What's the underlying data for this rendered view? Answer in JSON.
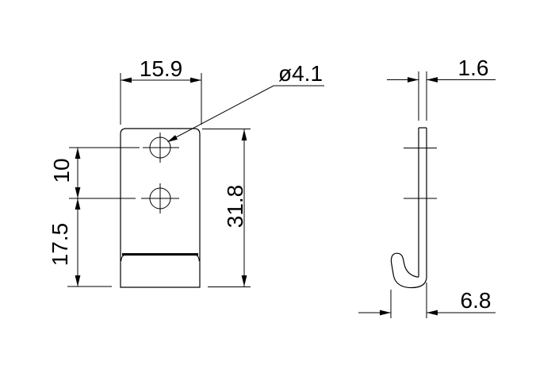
{
  "colors": {
    "background": "#ffffff",
    "line": "#000000"
  },
  "views": {
    "front": {
      "dimensions": {
        "width": "15.9",
        "hole_diameter": "ø4.1",
        "hole_spacing": "10",
        "lower_section": "17.5",
        "height": "31.8"
      }
    },
    "side": {
      "dimensions": {
        "thickness": "1.6",
        "hook_depth": "6.8"
      }
    }
  }
}
